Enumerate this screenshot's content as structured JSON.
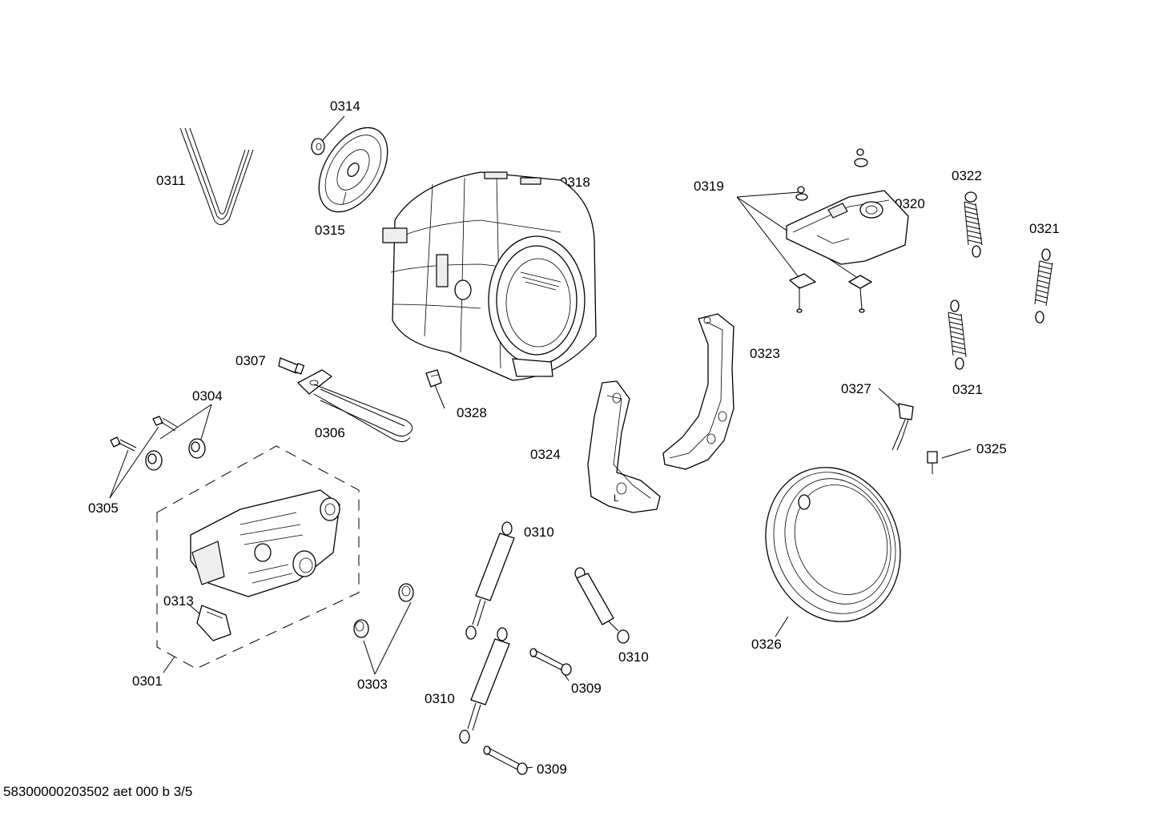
{
  "footer": "58300000203502 aet 000 b 3/5",
  "labels": {
    "p0301": "0301",
    "p0303": "0303",
    "p0304": "0304",
    "p0305": "0305",
    "p0306": "0306",
    "p0307": "0307",
    "p0309a": "0309",
    "p0309b": "0309",
    "p0310a": "0310",
    "p0310b": "0310",
    "p0310c": "0310",
    "p0311": "0311",
    "p0313": "0313",
    "p0314": "0314",
    "p0315": "0315",
    "p0318": "0318",
    "p0319": "0319",
    "p0320": "0320",
    "p0321a": "0321",
    "p0321b": "0321",
    "p0322": "0322",
    "p0323": "0323",
    "p0324": "0324",
    "p0325": "0325",
    "p0326": "0326",
    "p0327": "0327",
    "p0328": "0328"
  }
}
